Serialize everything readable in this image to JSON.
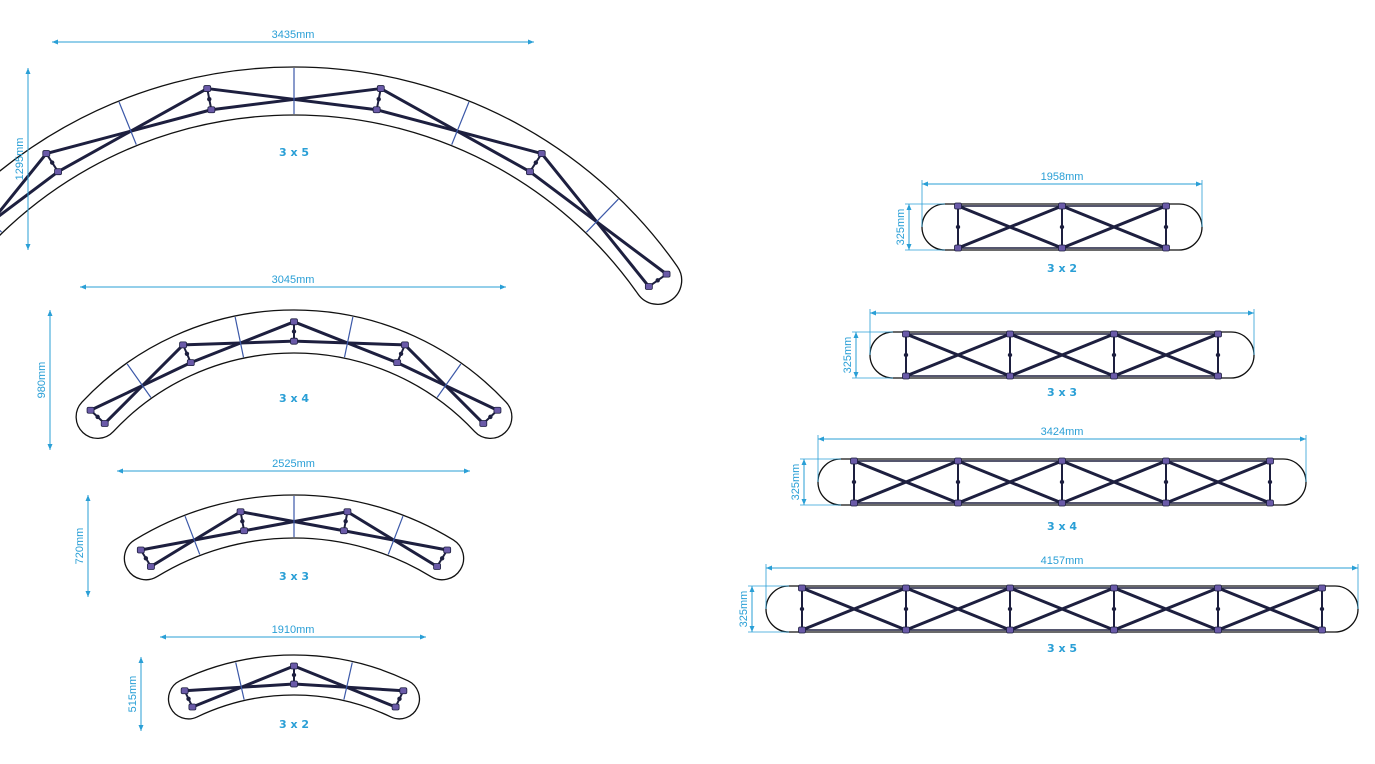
{
  "colors": {
    "dimension": "#2a9fd6",
    "frame": "#1d1f3f",
    "joint": "#6a5aa8",
    "outline": "#111111",
    "label": "#2a9fd6"
  },
  "curved": [
    {
      "id": "c3x5",
      "width_label": "3435mm",
      "height_label": "1295mm",
      "size_label": "3 x 5"
    },
    {
      "id": "c3x4",
      "width_label": "3045mm",
      "height_label": "980mm",
      "size_label": "3 x 4"
    },
    {
      "id": "c3x3",
      "width_label": "2525mm",
      "height_label": "720mm",
      "size_label": "3 x 3"
    },
    {
      "id": "c3x2",
      "width_label": "1910mm",
      "height_label": "515mm",
      "size_label": "3 x 2"
    }
  ],
  "straight": [
    {
      "id": "s3x2",
      "width_label": "1958mm",
      "height_label": "325mm",
      "size_label": "3 x 2"
    },
    {
      "id": "s3x3",
      "width_label": "",
      "height_label": "325mm",
      "size_label": "3 x 3"
    },
    {
      "id": "s3x4",
      "width_label": "3424mm",
      "height_label": "325mm",
      "size_label": "3 x 4"
    },
    {
      "id": "s3x5",
      "width_label": "4157mm",
      "height_label": "325mm",
      "size_label": "3 x 5"
    }
  ]
}
